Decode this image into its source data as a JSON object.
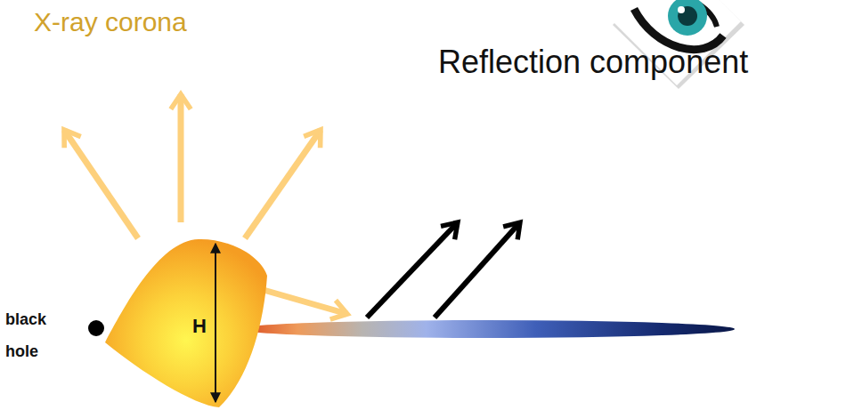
{
  "diagram": {
    "nodes": [
      {
        "text": [
          "H"
        ]
      }
    ],
    "labels": [
      "X-ray corona",
      "Reflection component",
      "black hole"
    ]
  }
}
